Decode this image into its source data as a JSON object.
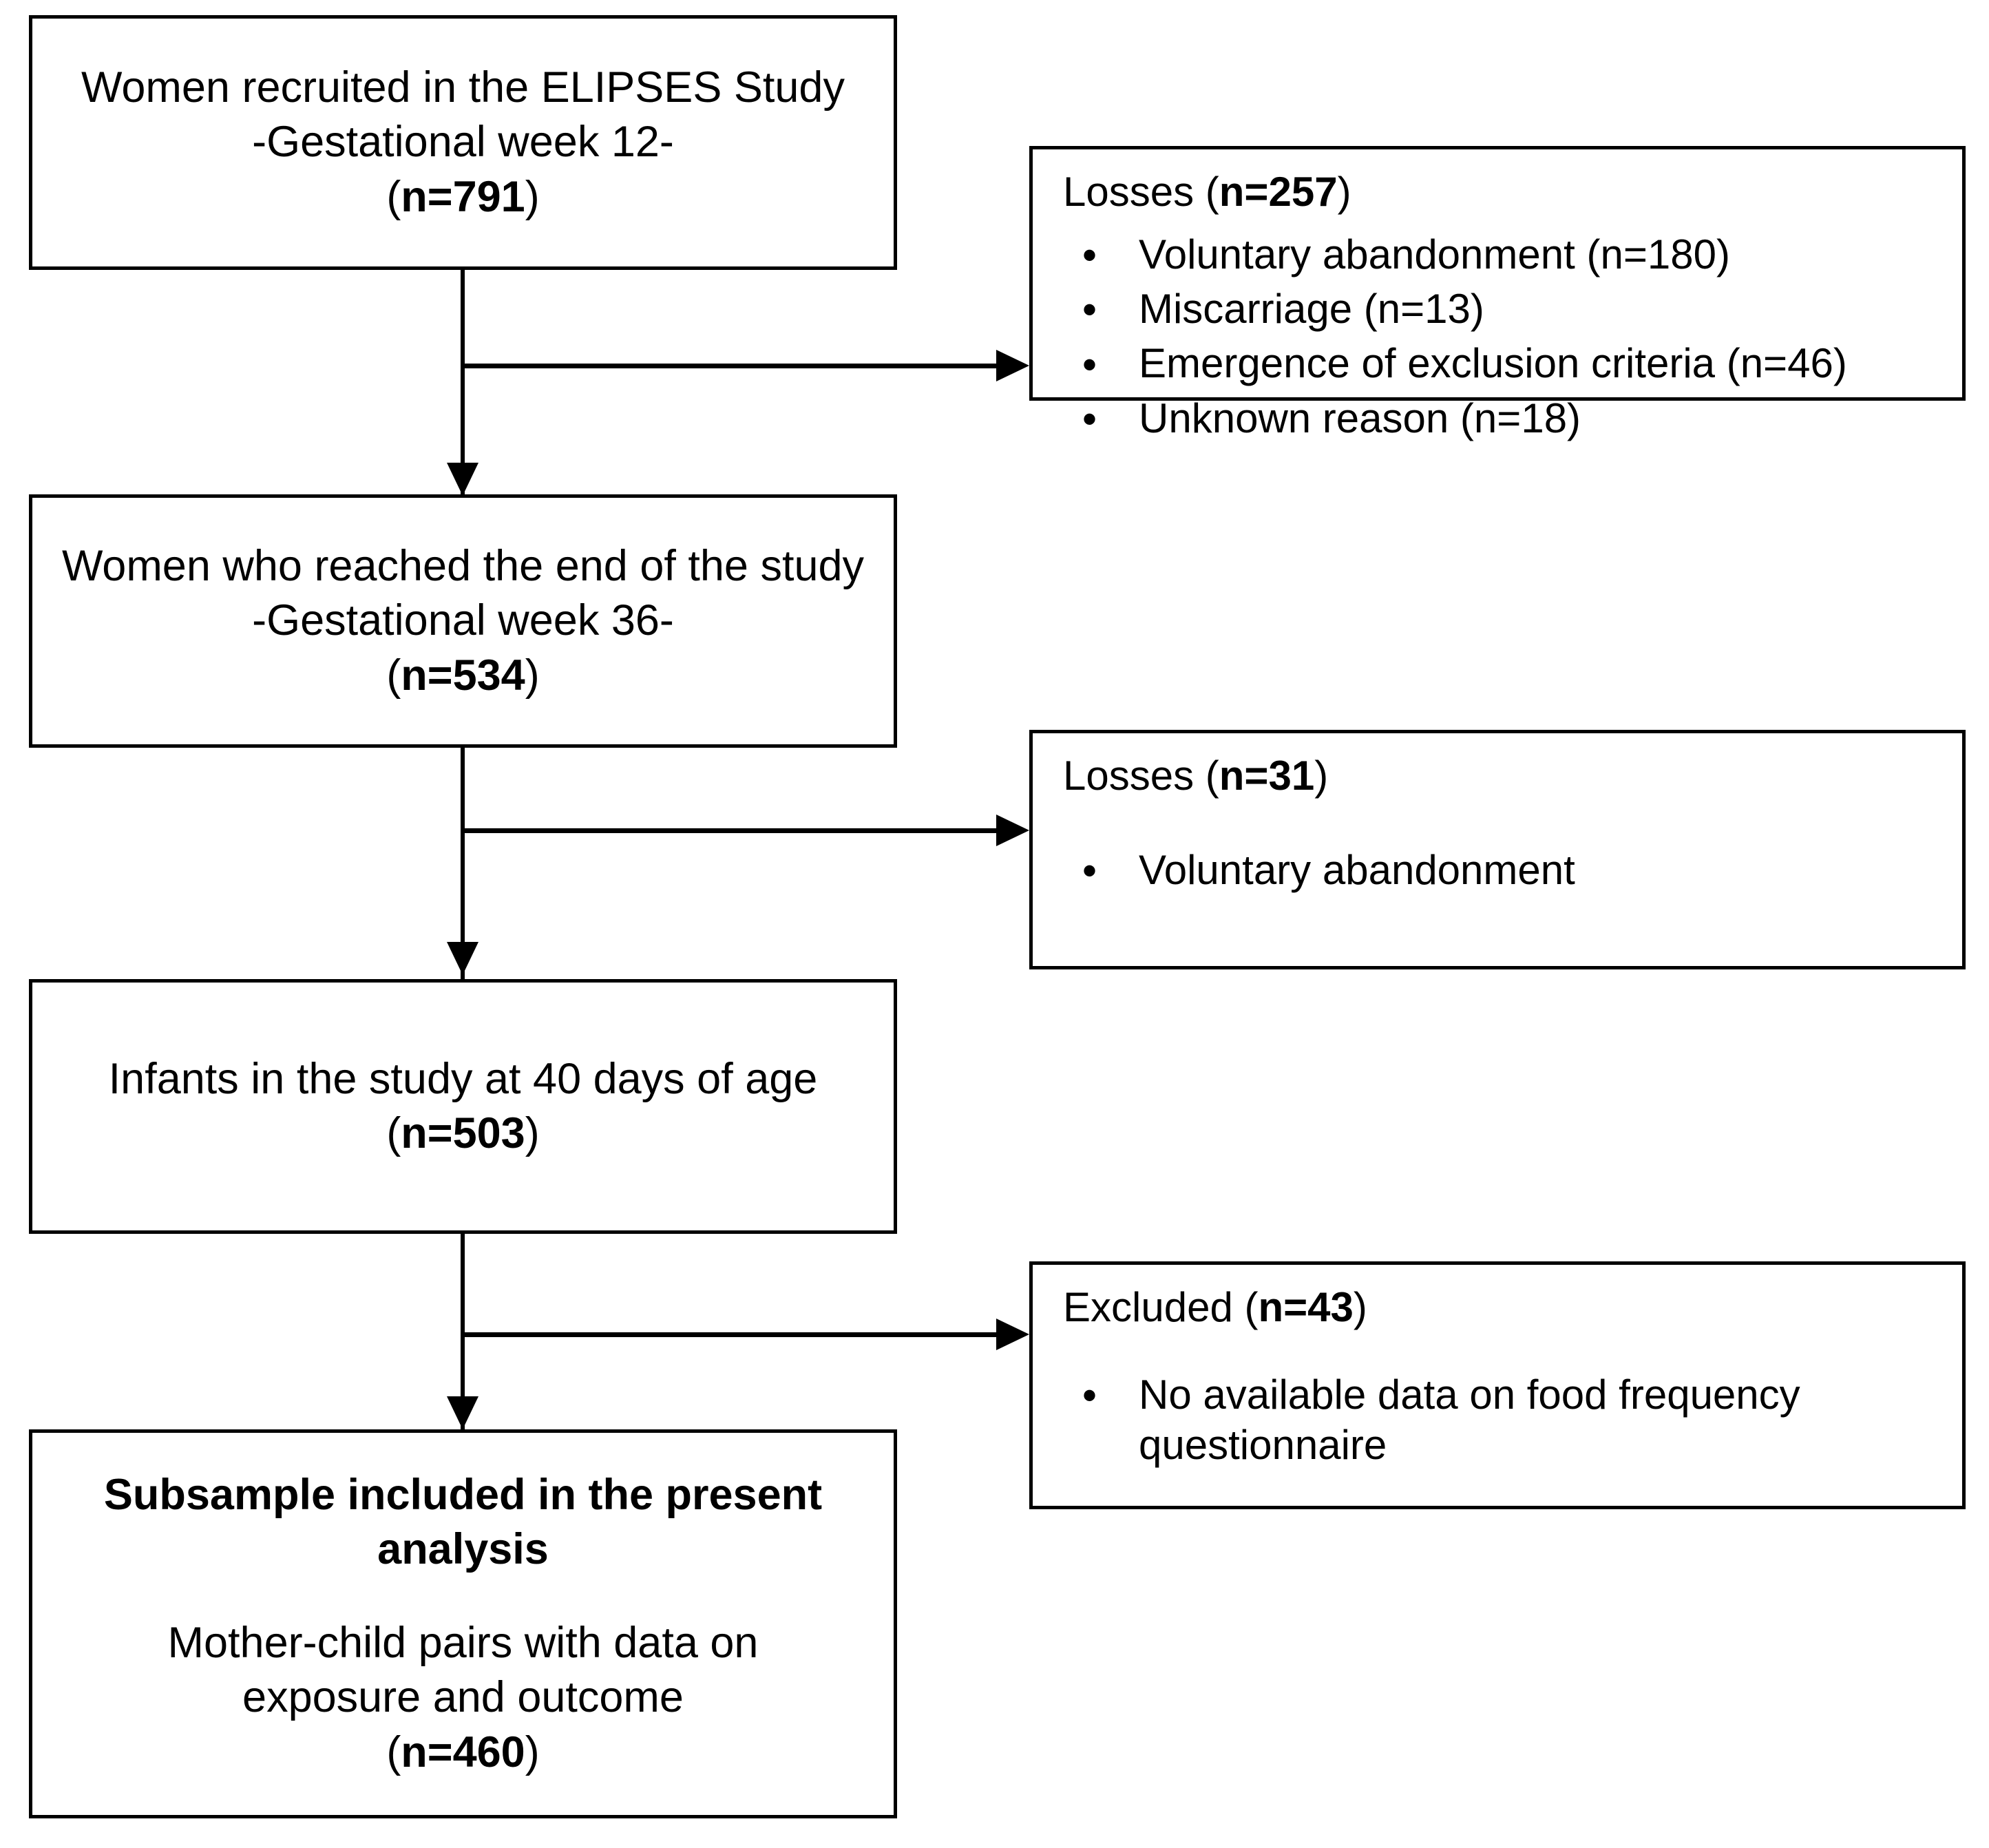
{
  "diagram": {
    "title": "ELIPSES Study participant flow diagram",
    "type": "flowchart",
    "stroke_color": "#000000",
    "background_color": "#ffffff"
  },
  "main_nodes": [
    {
      "id": "recruited",
      "line1": "Women recruited in the ELIPSES Study",
      "line2": "-Gestational week 12-",
      "count_prefix": "(",
      "count_value": "n=791",
      "count_suffix": ")"
    },
    {
      "id": "reached-end",
      "line1": "Women who reached the end of the study",
      "line2": "-Gestational week 36-",
      "count_prefix": "(",
      "count_value": "n=534",
      "count_suffix": ")"
    },
    {
      "id": "infants-40-days",
      "line1": "Infants in the study at 40 days of age",
      "line2": "",
      "count_prefix": "(",
      "count_value": "n=503",
      "count_suffix": ")"
    },
    {
      "id": "subsample",
      "heading": "Subsample included in the present analysis",
      "line1": "Mother-child pairs with data on exposure and outcome",
      "count_prefix": "(",
      "count_value": "n=460",
      "count_suffix": ")"
    }
  ],
  "side_nodes": [
    {
      "id": "losses-1",
      "title_prefix": "Losses (",
      "title_value": "n=257",
      "title_suffix": ")",
      "items": [
        "Voluntary abandonment (n=180)",
        "Miscarriage (n=13)",
        "Emergence of exclusion criteria (n=46)",
        "Unknown reason (n=18)"
      ]
    },
    {
      "id": "losses-2",
      "title_prefix": "Losses (",
      "title_value": "n=31",
      "title_suffix": ")",
      "items": [
        "Voluntary abandonment"
      ]
    },
    {
      "id": "excluded",
      "title_prefix": "Excluded (",
      "title_value": "n=43",
      "title_suffix": ")",
      "items": [
        "No available data on food frequency questionnaire"
      ]
    }
  ],
  "bullet_glyph": "•"
}
